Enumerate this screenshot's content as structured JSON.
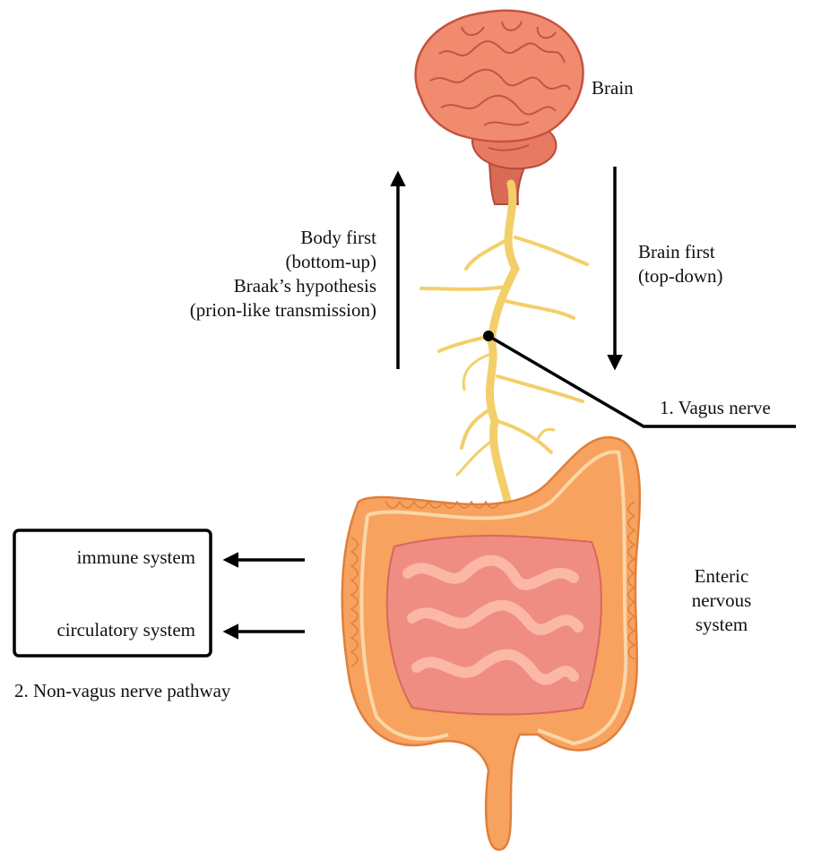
{
  "labels": {
    "brain": "Brain",
    "body_first": [
      "Body first",
      "(bottom-up)",
      "Braak’s hypothesis",
      "(prion-like transmission)"
    ],
    "brain_first": [
      "Brain first",
      "(top-down)"
    ],
    "vagus": "1. Vagus nerve",
    "enteric": [
      "Enteric",
      "nervous",
      "system"
    ],
    "immune": "immune system",
    "circulatory": "circulatory system",
    "non_vagus": "2.  Non-vagus nerve pathway"
  },
  "colors": {
    "brain": "#f08b6f",
    "brain_dark": "#c5533f",
    "nerve": "#f3cf6a",
    "colon": "#f7a25e",
    "colon_light": "#fbd6a8",
    "small_intestine": "#f08d82",
    "line": "#000000"
  }
}
